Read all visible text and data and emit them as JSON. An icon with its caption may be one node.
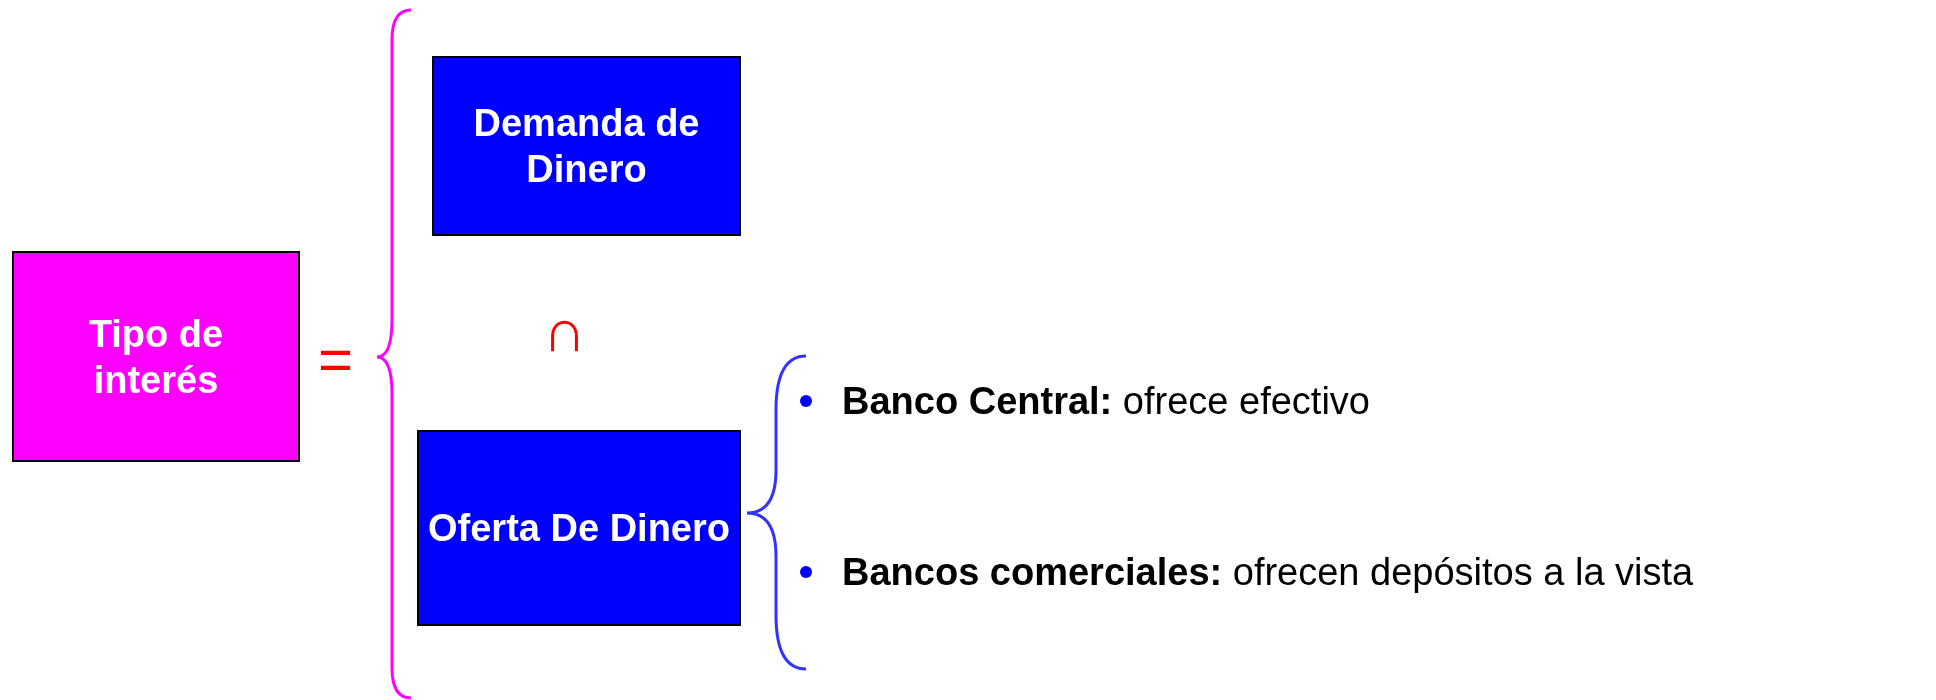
{
  "diagram": {
    "nodes": [
      {
        "text": [
          "Tipo de interés"
        ]
      },
      {
        "text": [
          "Demanda de Dinero"
        ]
      },
      {
        "text": [
          "Oferta De Dinero"
        ]
      }
    ],
    "labels": [
      "=",
      "∩",
      "**Banco Central:** ofrece efectivo",
      "**Bancos comerciales:** ofrecen depósitos a la vista"
    ]
  }
}
